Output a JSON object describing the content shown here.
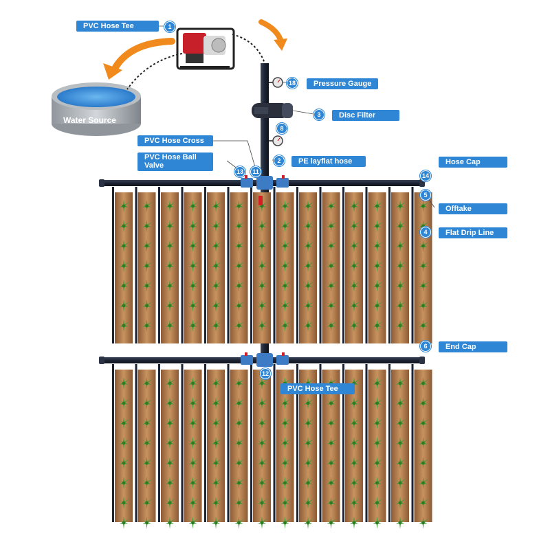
{
  "labels": {
    "pvc_hose_tee_top": "PVC Hose Tee",
    "water_source": "Water Source",
    "pressure_gauge": "Pressure Gauge",
    "disc_filter": "Disc Filter",
    "pvc_hose_cross": "PVC Hose Cross",
    "pvc_hose_ball_valve": "PVC Hose Ball Valve",
    "pe_layflat_hose": "PE layflat hose",
    "hose_cap": "Hose Cap",
    "offtake": "Offtake",
    "flat_drip_line": "Flat Drip Line",
    "end_cap": "End Cap",
    "pvc_hose_tee_bottom": "PVC Hose Tee"
  },
  "numbers": {
    "n1": "1",
    "n18": "18",
    "n3": "3",
    "n8": "8",
    "n2": "2",
    "n11": "11",
    "n13": "13",
    "n14": "14",
    "n5": "5",
    "n4": "4",
    "n6": "6",
    "n12": "12"
  },
  "colors": {
    "accent": "#2f86d4",
    "pipe": "#1c2333",
    "soil": "#b07a4f",
    "plant": "#3f9b35",
    "water": "#3d8fd8",
    "arrow": "#f08a1c"
  }
}
